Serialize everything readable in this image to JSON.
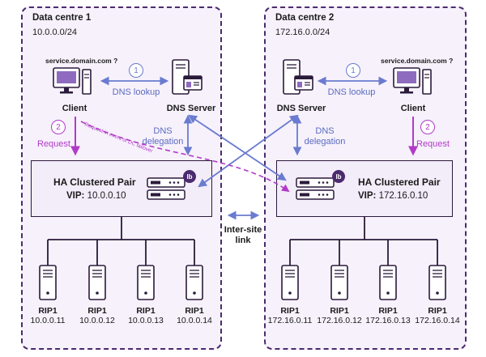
{
  "dc1": {
    "title": "Data centre 1",
    "network": "10.0.0.0/24"
  },
  "dc2": {
    "title": "Data centre 2",
    "network": "172.16.0.0/24"
  },
  "query": "service.domain.com ?",
  "client_label": "Client",
  "dns_label": "DNS Server",
  "dns_lookup": "DNS lookup",
  "dns_delegation_1": "DNS",
  "dns_delegation_2": "delegation",
  "request": "Request",
  "step1": "1",
  "step2": "2",
  "failover": "Request in event of DC failover",
  "ha_title": "HA Clustered Pair",
  "vip_label": "VIP:",
  "vip1": "10.0.0.10",
  "vip2": "172.16.0.10",
  "intersite_1": "Inter-site",
  "intersite_2": "link",
  "rip_label": "RIP1",
  "rips1": [
    "10.0.0.11",
    "10.0.0.12",
    "10.0.0.13",
    "10.0.0.14"
  ],
  "rips2": [
    "172.16.0.11",
    "172.16.0.12",
    "172.16.0.13",
    "172.16.0.14"
  ],
  "colors": {
    "dark": "#2b1a3b",
    "purple": "#4b2a6e",
    "blue": "#6a7bd0",
    "magenta": "#b23ac9",
    "bg": "#f6f1fb"
  }
}
